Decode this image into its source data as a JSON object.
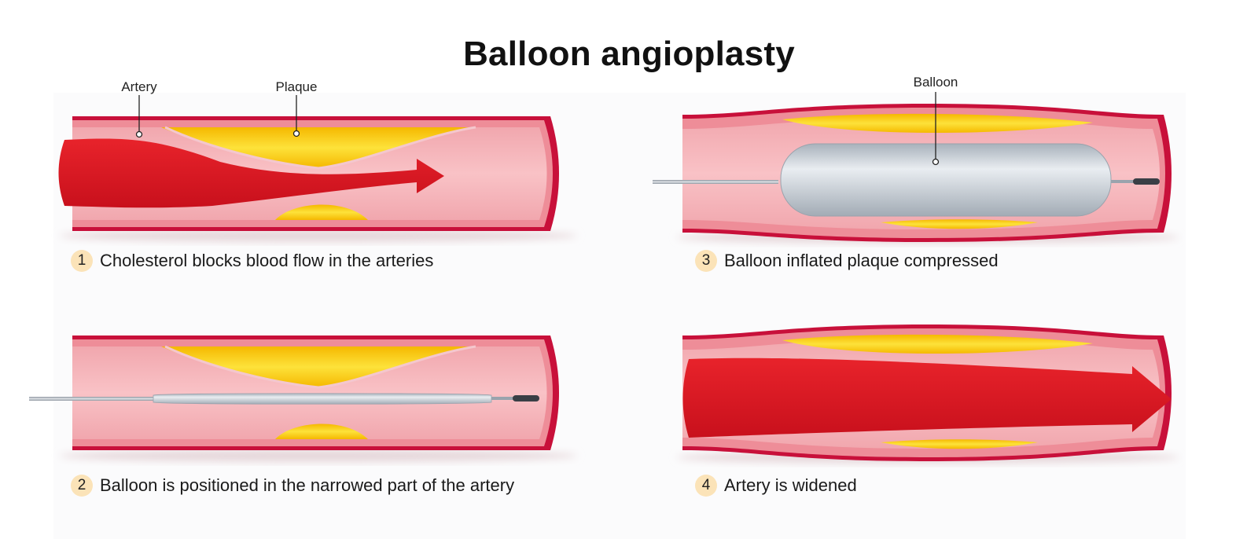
{
  "title": "Balloon angioplasty",
  "labels": {
    "artery": "Artery",
    "plaque": "Plaque",
    "balloon": "Balloon"
  },
  "steps": [
    {
      "number": "1",
      "caption": "Cholesterol blocks blood flow in the arteries"
    },
    {
      "number": "2",
      "caption": "Balloon is positioned in the narrowed part of the artery"
    },
    {
      "number": "3",
      "caption": "Balloon inflated plaque compressed"
    },
    {
      "number": "4",
      "caption": "Artery is widened"
    }
  ],
  "colors": {
    "artery_wall": "#c8103a",
    "artery_lumen": "#f6b2b8",
    "plaque": "#f7c600",
    "blood_flow": "#e01b24",
    "balloon": "#c9d0d8",
    "step_badge": "#fbe3b8"
  }
}
